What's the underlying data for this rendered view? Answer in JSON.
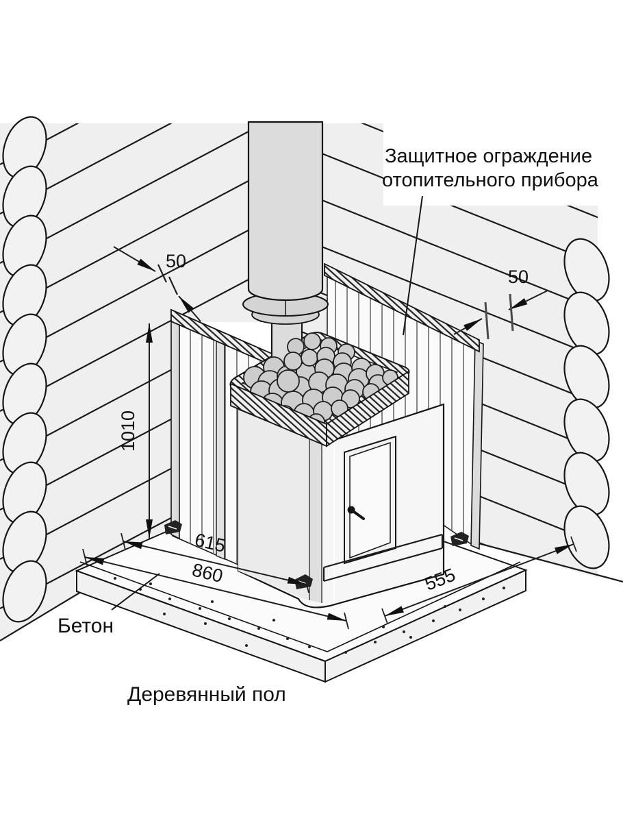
{
  "diagram": {
    "guard_label": {
      "line1": "Защитное ограждение",
      "line2": "отопительного прибора"
    },
    "concrete_label": "Бетон",
    "floor_label": "Деревянный пол",
    "dimensions": {
      "gap_left": "50",
      "gap_right": "50",
      "guard_height": "1010",
      "hearth_width": "615",
      "base_width": "860",
      "base_depth": "555"
    },
    "colors": {
      "line": "#1a1a1a",
      "wall_fill": "#efefef",
      "metal_fill": "#dcdcdc",
      "stone_fill": "#cdcdcd"
    }
  }
}
